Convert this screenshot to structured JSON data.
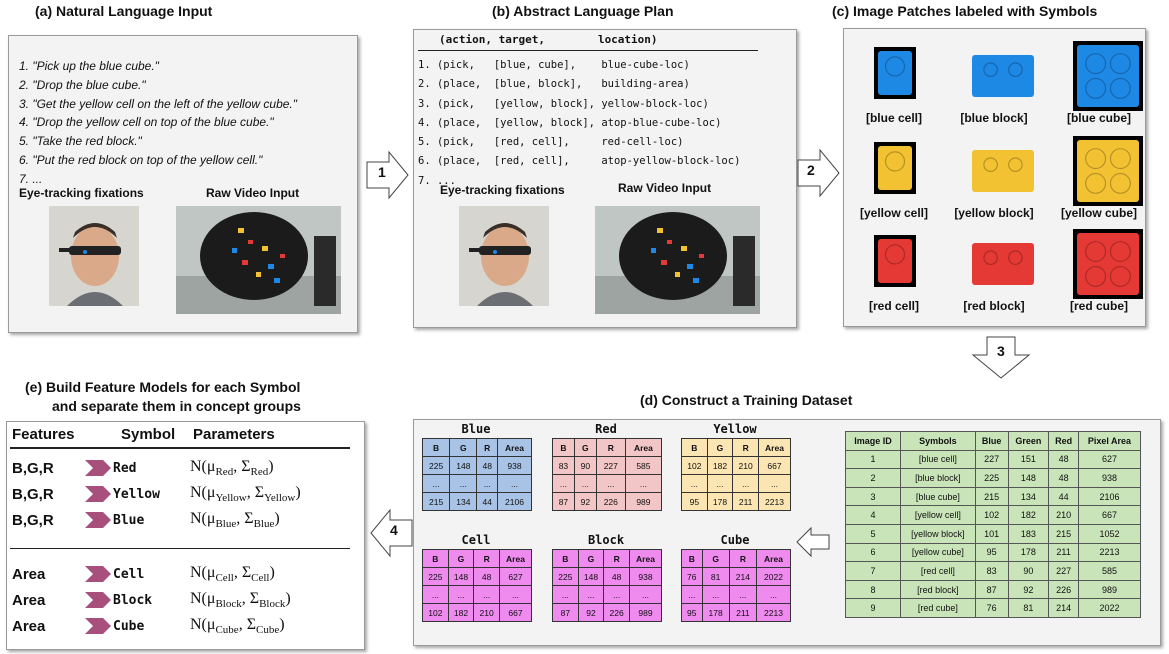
{
  "panel_a": {
    "title": "(a) Natural Language Input",
    "instructions": [
      "1. \"Pick up the blue cube.\"",
      "2. \"Drop the blue cube.\"",
      "3. \"Get the yellow cell on the left of the yellow cube.\"",
      "4. \"Drop the yellow cell on top of the blue cube.\"",
      "5. \"Take the red block.\"",
      "6. \"Put the red block on top of the yellow cell.\"",
      "7. ..."
    ],
    "eye_caption": "Eye-tracking fixations",
    "video_caption": "Raw Video Input"
  },
  "panel_b": {
    "title": "(b) Abstract Language Plan",
    "header": "(action, target,        location)",
    "lines": [
      "1. (pick,   [blue, cube],    blue-cube-loc)",
      "2. (place,  [blue, block],   building-area)",
      "3. (pick,   [yellow, block], yellow-block-loc)",
      "4. (place,  [yellow, block], atop-blue-cube-loc)",
      "5. (pick,   [red, cell],     red-cell-loc)",
      "6. (place,  [red, cell],     atop-yellow-block-loc)",
      "7. ..."
    ],
    "eye_caption": "Eye-tracking fixations",
    "video_caption": "Raw Video Input"
  },
  "panel_c": {
    "title": "(c) Image Patches labeled with Symbols",
    "labels": [
      "[blue cell]",
      "[blue block]",
      "[blue cube]",
      "[yellow cell]",
      "[yellow block]",
      "[yellow cube]",
      "[red cell]",
      "[red block]",
      "[red cube]"
    ]
  },
  "panel_d": {
    "title": "(d) Construct a Training Dataset",
    "mini_tables": [
      {
        "name": "Blue",
        "headers": [
          "B",
          "G",
          "R",
          "Area"
        ],
        "rows": [
          [
            "225",
            "148",
            "48",
            "938"
          ],
          [
            "...",
            "...",
            "...",
            "..."
          ],
          [
            "215",
            "134",
            "44",
            "2106"
          ]
        ],
        "color": "#a9c3e6"
      },
      {
        "name": "Red",
        "headers": [
          "B",
          "G",
          "R",
          "Area"
        ],
        "rows": [
          [
            "83",
            "90",
            "227",
            "585"
          ],
          [
            "...",
            "...",
            "...",
            "..."
          ],
          [
            "87",
            "92",
            "226",
            "989"
          ]
        ],
        "color": "#f2c6c6"
      },
      {
        "name": "Yellow",
        "headers": [
          "B",
          "G",
          "R",
          "Area"
        ],
        "rows": [
          [
            "102",
            "182",
            "210",
            "667"
          ],
          [
            "...",
            "...",
            "...",
            "..."
          ],
          [
            "95",
            "178",
            "211",
            "2213"
          ]
        ],
        "color": "#fbe6b3"
      },
      {
        "name": "Cell",
        "headers": [
          "B",
          "G",
          "R",
          "Area"
        ],
        "rows": [
          [
            "225",
            "148",
            "48",
            "627"
          ],
          [
            "...",
            "...",
            "...",
            "..."
          ],
          [
            "102",
            "182",
            "210",
            "667"
          ]
        ],
        "color": "#ef8aef"
      },
      {
        "name": "Block",
        "headers": [
          "B",
          "G",
          "R",
          "Area"
        ],
        "rows": [
          [
            "225",
            "148",
            "48",
            "938"
          ],
          [
            "...",
            "...",
            "...",
            "..."
          ],
          [
            "87",
            "92",
            "226",
            "989"
          ]
        ],
        "color": "#ef8aef"
      },
      {
        "name": "Cube",
        "headers": [
          "B",
          "G",
          "R",
          "Area"
        ],
        "rows": [
          [
            "76",
            "81",
            "214",
            "2022"
          ],
          [
            "...",
            "...",
            "...",
            "..."
          ],
          [
            "95",
            "178",
            "211",
            "2213"
          ]
        ],
        "color": "#ef8aef"
      }
    ],
    "dataset": {
      "headers": [
        "Image ID",
        "Symbols",
        "Blue",
        "Green",
        "Red",
        "Pixel Area"
      ],
      "rows": [
        [
          "1",
          "[blue cell]",
          "227",
          "151",
          "48",
          "627"
        ],
        [
          "2",
          "[blue block]",
          "225",
          "148",
          "48",
          "938"
        ],
        [
          "3",
          "[blue cube]",
          "215",
          "134",
          "44",
          "2106"
        ],
        [
          "4",
          "[yellow cell]",
          "102",
          "182",
          "210",
          "667"
        ],
        [
          "5",
          "[yellow block]",
          "101",
          "183",
          "215",
          "1052"
        ],
        [
          "6",
          "[yellow cube]",
          "95",
          "178",
          "211",
          "2213"
        ],
        [
          "7",
          "[red cell]",
          "83",
          "90",
          "227",
          "585"
        ],
        [
          "8",
          "[red block]",
          "87",
          "92",
          "226",
          "989"
        ],
        [
          "9",
          "[red cube]",
          "76",
          "81",
          "214",
          "2022"
        ]
      ]
    }
  },
  "panel_e": {
    "title_line1": "(e) Build Feature Models for each Symbol",
    "title_line2": "and separate them in concept groups",
    "headers": [
      "Features",
      "Symbol",
      "Parameters"
    ],
    "rows": [
      {
        "feature": "B,G,R",
        "symbol": "Red",
        "sub": "Red"
      },
      {
        "feature": "B,G,R",
        "symbol": "Yellow",
        "sub": "Yellow"
      },
      {
        "feature": "B,G,R",
        "symbol": "Blue",
        "sub": "Blue"
      },
      {
        "feature": "Area",
        "symbol": "Cell",
        "sub": "Cell"
      },
      {
        "feature": "Area",
        "symbol": "Block",
        "sub": "Block"
      },
      {
        "feature": "Area",
        "symbol": "Cube",
        "sub": "Cube"
      }
    ]
  },
  "arrows": [
    "1",
    "2",
    "3",
    "4"
  ],
  "colors": {
    "blue_brick": "#1e88e5",
    "yellow_brick": "#f2c233",
    "red_brick": "#e53935",
    "chevron": "#a8507c",
    "dataset_bg": "#c9e4b9"
  }
}
